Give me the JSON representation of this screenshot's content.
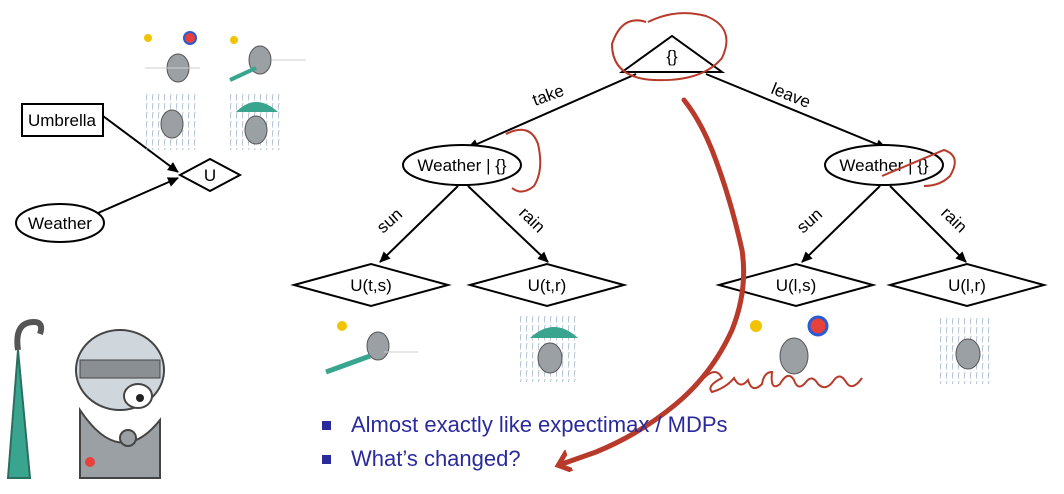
{
  "influence_diagram": {
    "action_node": "Umbrella",
    "chance_node": "Weather",
    "utility_node": "U"
  },
  "tree": {
    "root_label": "{}",
    "edge_take": "take",
    "edge_leave": "leave",
    "chance_take_label": "Weather | {}",
    "chance_leave_label": "Weather | {}",
    "edge_sun_1": "sun",
    "edge_rain_1": "rain",
    "edge_sun_2": "sun",
    "edge_rain_2": "rain",
    "leaf_ts": "U(t,s)",
    "leaf_tr": "U(t,r)",
    "leaf_ls": "U(l,s)",
    "leaf_lr": "U(l,r)"
  },
  "handwriting": "evidence",
  "bullets": [
    "Almost exactly like expectimax / MDPs",
    "What’s changed?"
  ],
  "colors": {
    "annotation_red": "#b83a2a",
    "bullet_blue": "#2a2a9c",
    "umbrella_green": "#3aa58f",
    "robot_gray": "#8a8f93"
  },
  "icons": [
    "sun-icon",
    "beach-ball-icon",
    "robot-icon",
    "umbrella-icon",
    "rain-icon"
  ]
}
